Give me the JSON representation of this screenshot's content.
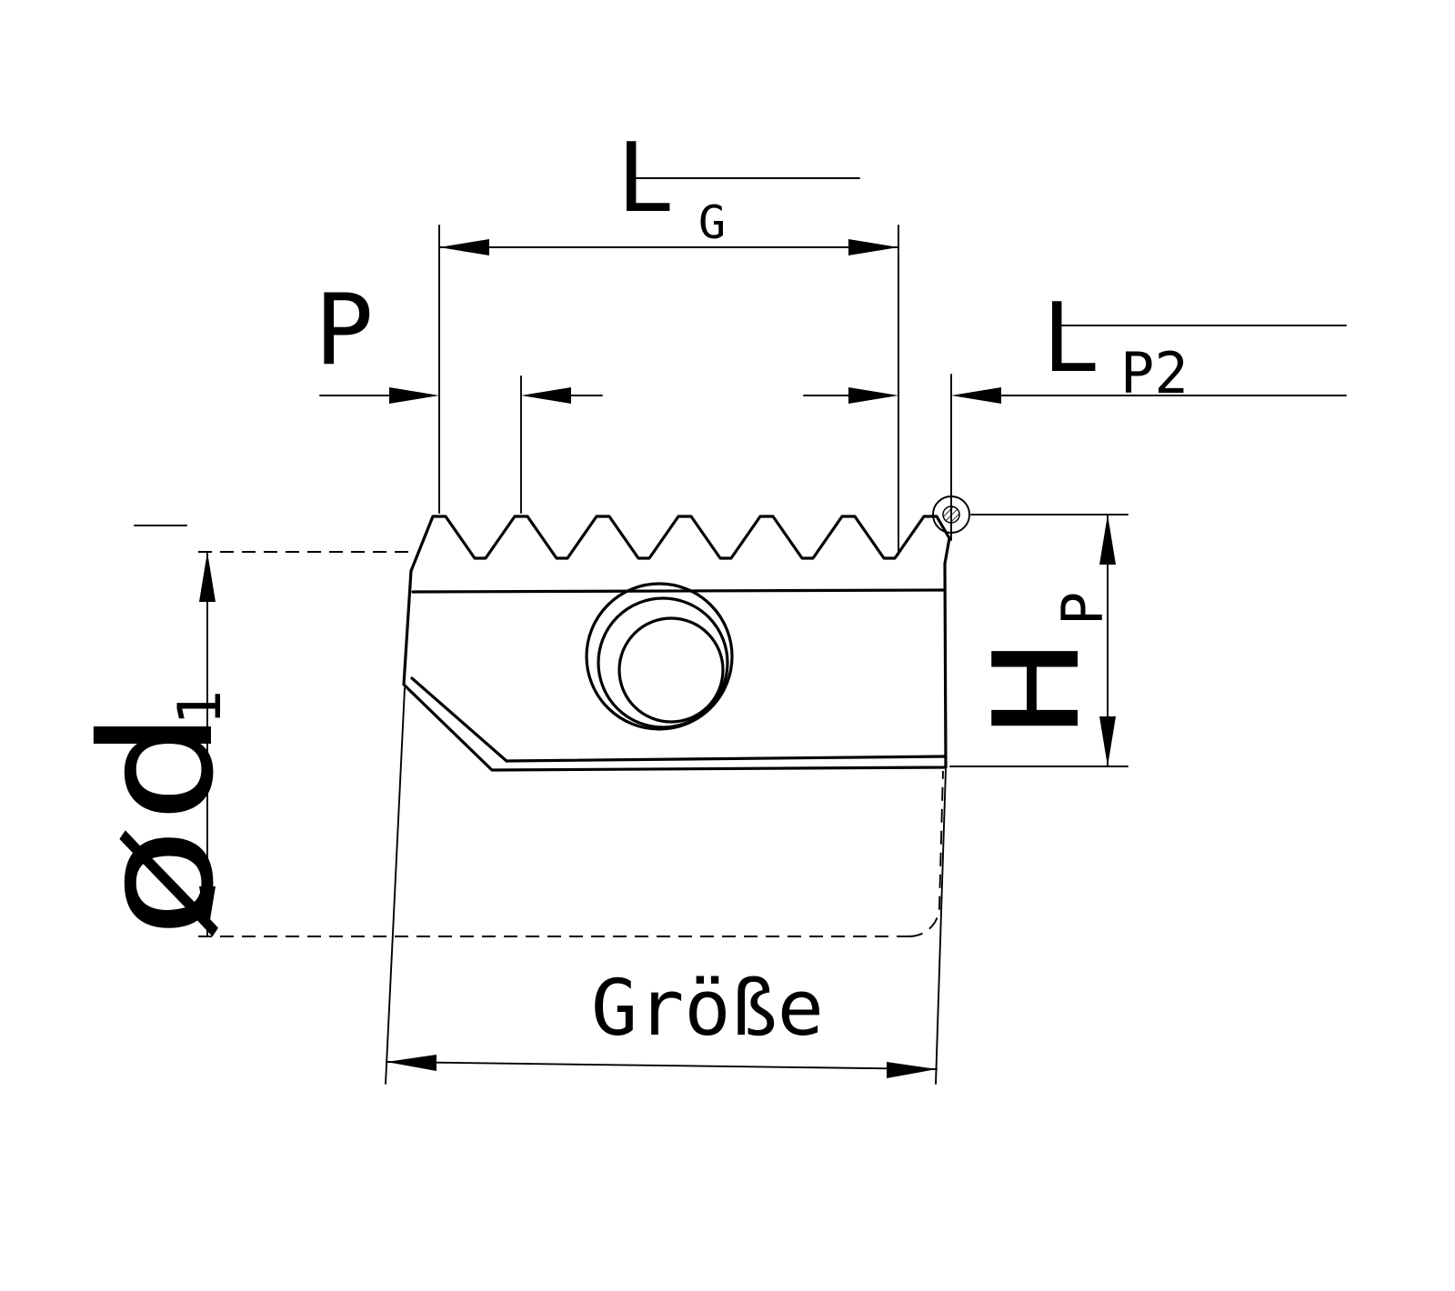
{
  "page": {
    "background": "#ffffff",
    "line_color": "#000000"
  },
  "drawing": {
    "labels": {
      "lg_main": "L",
      "lg_sub": "G",
      "p_main": "P",
      "lp2_main": "L",
      "lp2_sub": "P2",
      "hp_main": "H",
      "hp_sub": "P",
      "d1_main": "ød",
      "d1_sub": "1",
      "size_main": "Größe"
    }
  }
}
